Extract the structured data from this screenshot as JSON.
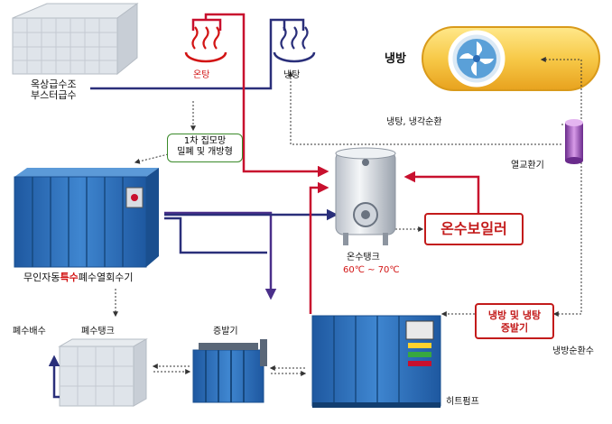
{
  "labels": {
    "rooftop_tank": "옥상급수조",
    "booster": "부스터급수",
    "hot_bath": "온탕",
    "cold_bath": "냉탕",
    "cooling": "냉방",
    "cooling_circulation": "냉탕, 냉각순환",
    "collection_tank_line1": "1차 집모망",
    "collection_tank_line2": "밀폐 및 개방형",
    "heat_exchanger": "열교환기",
    "recovery_prefix": "무인자동",
    "recovery_special": "특수",
    "recovery_suffix": "폐수열회수기",
    "hot_water_tank": "온수탱크",
    "hot_water_temp": "60℃ ~ 70℃",
    "boiler": "온수보일러",
    "evaporator_box_line1": "냉방 및 냉탕",
    "evaporator_box_line2": "증발기",
    "wastewater_discharge": "폐수배수",
    "wastewater_tank": "폐수탱크",
    "evaporator": "증발기",
    "cooling_circ_water": "냉방순환수",
    "heat_pump": "히트펌프"
  },
  "colors": {
    "hot_line": "#c8102e",
    "cold_line": "#2a2f7a",
    "dotted": "#333333",
    "blue_equipment": "#2b6bb5",
    "boiler_border": "#c31b1b",
    "green_border": "#3a8a2a"
  }
}
